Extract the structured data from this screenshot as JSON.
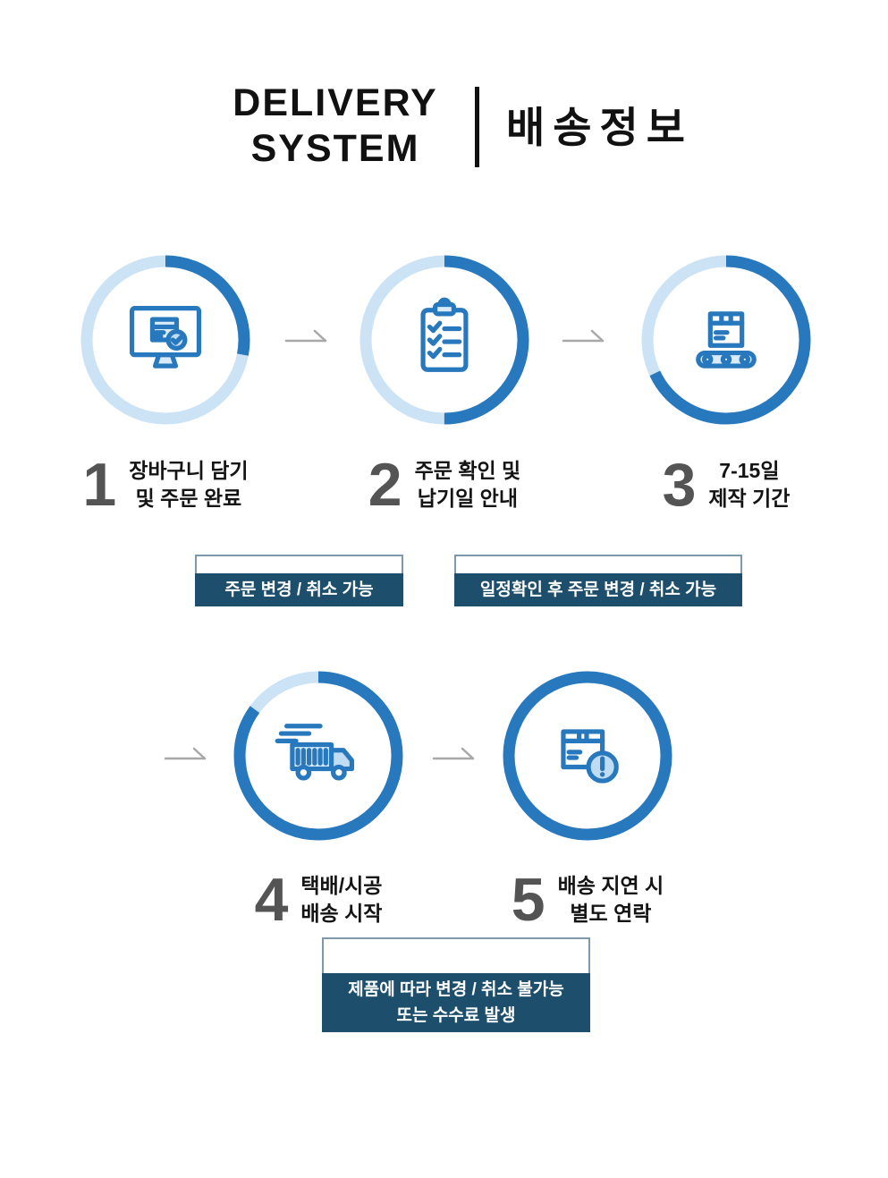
{
  "title": {
    "en_line1": "DELIVERY",
    "en_line2": "SYSTEM",
    "ko": "배송정보"
  },
  "colors": {
    "accent_blue": "#2878BE",
    "ring_light_blue": "#CBE3F5",
    "icon_fill_light": "#D9EBF8",
    "banner_navy": "#1D4F6D",
    "number_gray": "#545454",
    "arrow_gray": "#A8A8A8"
  },
  "steps": [
    {
      "number": "1",
      "label_line1": "장바구니 담기",
      "label_line2": "및 주문 완료",
      "progress": 0.28,
      "icon": "monitor-order-icon"
    },
    {
      "number": "2",
      "label_line1": "주문 확인 및",
      "label_line2": "납기일 안내",
      "progress": 0.5,
      "icon": "clipboard-checklist-icon"
    },
    {
      "number": "3",
      "label_line1": "7-15일",
      "label_line2": "제작 기간",
      "progress": 0.68,
      "icon": "conveyor-box-icon"
    },
    {
      "number": "4",
      "label_line1": "택배/시공",
      "label_line2": "배송 시작",
      "progress": 0.85,
      "icon": "delivery-truck-icon"
    },
    {
      "number": "5",
      "label_line1": "배송 지연 시",
      "label_line2": "별도 연락",
      "progress": 1,
      "icon": "box-alert-icon"
    }
  ],
  "banners": [
    {
      "lines": [
        "주문 변경 / 취소 가능"
      ]
    },
    {
      "lines": [
        "일정확인 후 주문 변경 / 취소 가능"
      ]
    },
    {
      "lines": [
        "제품에 따라 변경 / 취소 불가능",
        "또는 수수료 발생"
      ]
    }
  ]
}
